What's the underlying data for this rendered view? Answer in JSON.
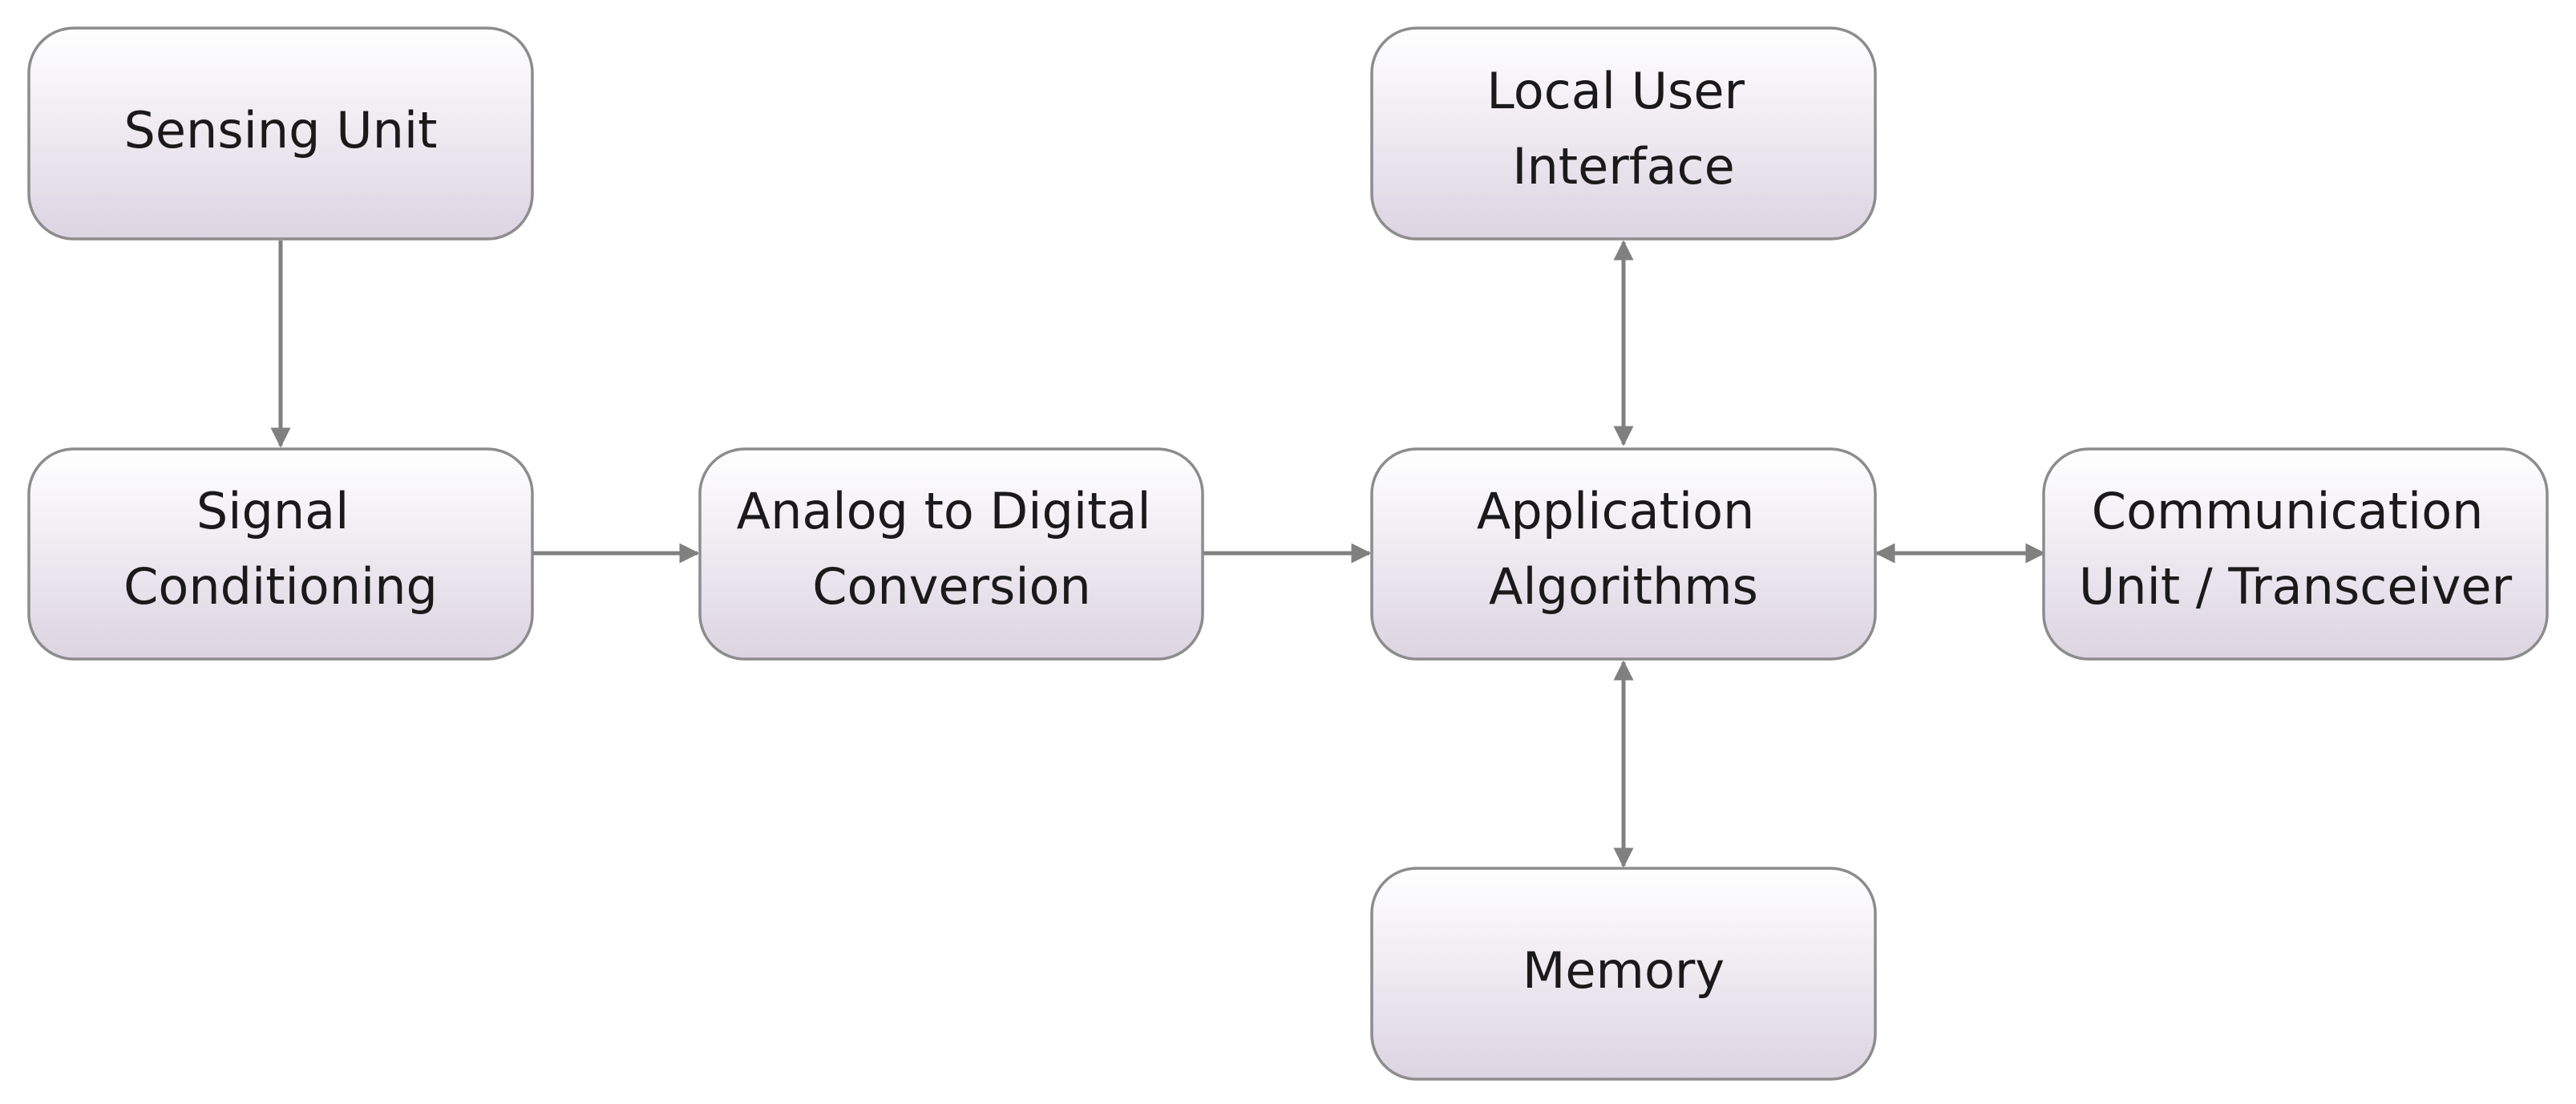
{
  "diagram": {
    "nodes": [
      {
        "id": "sensing-unit",
        "lines": [
          "Sensing Unit"
        ]
      },
      {
        "id": "signal-conditioning",
        "lines": [
          "Signal",
          "Conditioning"
        ]
      },
      {
        "id": "analog-to-digital-conversion",
        "lines": [
          "Analog to Digital",
          "Conversion"
        ]
      },
      {
        "id": "local-user-interface",
        "lines": [
          "Local User",
          "Interface"
        ]
      },
      {
        "id": "application-algorithms",
        "lines": [
          "Application",
          "Algorithms"
        ]
      },
      {
        "id": "communication-unit-transceiver",
        "lines": [
          "Communication",
          "Unit / Transceiver"
        ]
      },
      {
        "id": "memory",
        "lines": [
          "Memory"
        ]
      }
    ],
    "edges": [
      {
        "from": "sensing-unit",
        "to": "signal-conditioning",
        "direction": "forward"
      },
      {
        "from": "signal-conditioning",
        "to": "analog-to-digital-conversion",
        "direction": "forward"
      },
      {
        "from": "analog-to-digital-conversion",
        "to": "application-algorithms",
        "direction": "forward"
      },
      {
        "from": "application-algorithms",
        "to": "local-user-interface",
        "direction": "both"
      },
      {
        "from": "application-algorithms",
        "to": "communication-unit-transceiver",
        "direction": "both"
      },
      {
        "from": "application-algorithms",
        "to": "memory",
        "direction": "both"
      }
    ],
    "colors": {
      "node_fill_light": "#ffffff",
      "node_fill_dark": "#dcd4e2",
      "node_border": "#8c8c8c",
      "connector": "#808080",
      "text": "#1a1a1a"
    }
  }
}
